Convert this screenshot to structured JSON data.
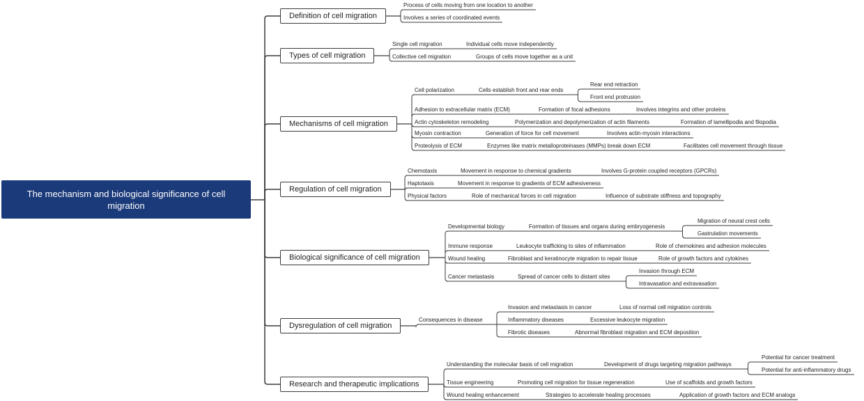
{
  "root": "The mechanism and biological significance of cell migration",
  "branches": [
    {
      "label": "Definition of cell migration",
      "items": [
        {
          "text": "Process of cells moving from one location to another"
        },
        {
          "text": "Involves a series of coordinated events"
        }
      ]
    },
    {
      "label": "Types of cell migration",
      "items": [
        {
          "text": "Single cell migration",
          "children": [
            {
              "text": "Individual cells move independently"
            }
          ]
        },
        {
          "text": "Collective cell migration",
          "children": [
            {
              "text": "Groups of cells move together as a unit"
            }
          ]
        }
      ]
    },
    {
      "label": "Mechanisms of cell migration",
      "items": [
        {
          "text": "Cell polarization",
          "children": [
            {
              "text": "Cells establish front and rear ends",
              "children": [
                {
                  "text": "Rear end retraction"
                },
                {
                  "text": "Front end protrusion"
                }
              ]
            }
          ]
        },
        {
          "text": "Adhesion to extracellular matrix (ECM)",
          "children": [
            {
              "text": "Formation of focal adhesions",
              "children": [
                {
                  "text": "Involves integrins and other proteins"
                }
              ]
            }
          ]
        },
        {
          "text": "Actin cytoskeleton remodeling",
          "children": [
            {
              "text": "Polymerization and depolymerization of actin filaments",
              "children": [
                {
                  "text": "Formation of lamellipodia and filopodia"
                }
              ]
            }
          ]
        },
        {
          "text": "Myosin contraction",
          "children": [
            {
              "text": "Generation of force for cell movement",
              "children": [
                {
                  "text": "Involves actin-myosin interactions"
                }
              ]
            }
          ]
        },
        {
          "text": "Proteolysis of ECM",
          "children": [
            {
              "text": "Enzymes like matrix metalloproteinases (MMPs) break down ECM",
              "children": [
                {
                  "text": "Facilitates cell movement through tissue"
                }
              ]
            }
          ]
        }
      ]
    },
    {
      "label": "Regulation of cell migration",
      "items": [
        {
          "text": "Chemotaxis",
          "children": [
            {
              "text": "Movement in response to chemical gradients",
              "children": [
                {
                  "text": "Involves G-protein coupled receptors (GPCRs)"
                }
              ]
            }
          ]
        },
        {
          "text": "Haptotaxis",
          "children": [
            {
              "text": "Movement in response to gradients of ECM adhesiveness"
            }
          ]
        },
        {
          "text": "Physical factors",
          "children": [
            {
              "text": "Role of mechanical forces in cell migration",
              "children": [
                {
                  "text": "Influence of substrate stiffness and topography"
                }
              ]
            }
          ]
        }
      ]
    },
    {
      "label": "Biological significance of cell migration",
      "items": [
        {
          "text": "Developmental biology",
          "children": [
            {
              "text": "Formation of tissues and organs during embryogenesis",
              "children": [
                {
                  "text": "Migration of neural crest cells"
                },
                {
                  "text": "Gastrulation movements"
                }
              ]
            }
          ]
        },
        {
          "text": "Immune response",
          "children": [
            {
              "text": "Leukocyte trafficking to sites of inflammation",
              "children": [
                {
                  "text": "Role of chemokines and adhesion molecules"
                }
              ]
            }
          ]
        },
        {
          "text": "Wound healing",
          "children": [
            {
              "text": "Fibroblast and keratinocyte migration to repair tissue",
              "children": [
                {
                  "text": "Role of growth factors and cytokines"
                }
              ]
            }
          ]
        },
        {
          "text": "Cancer metastasis",
          "children": [
            {
              "text": "Spread of cancer cells to distant sites",
              "children": [
                {
                  "text": "Invasion through ECM"
                },
                {
                  "text": "Intravasation and extravasation"
                }
              ]
            }
          ]
        }
      ]
    },
    {
      "label": "Dysregulation of cell migration",
      "items": [
        {
          "text": "Consequences in disease",
          "children": [
            {
              "text": "Invasion and metastasis in cancer",
              "children": [
                {
                  "text": "Loss of normal cell migration controls"
                }
              ]
            },
            {
              "text": "Inflammatory diseases",
              "children": [
                {
                  "text": "Excessive leukocyte migration"
                }
              ]
            },
            {
              "text": "Fibrotic diseases",
              "children": [
                {
                  "text": "Abnormal fibroblast migration and ECM deposition"
                }
              ]
            }
          ]
        }
      ]
    },
    {
      "label": "Research and therapeutic implications",
      "items": [
        {
          "text": "Understanding the molecular basis of cell migration",
          "children": [
            {
              "text": "Development of drugs targeting migration pathways",
              "children": [
                {
                  "text": "Potential for cancer treatment"
                },
                {
                  "text": "Potential for anti-inflammatory drugs"
                }
              ]
            }
          ]
        },
        {
          "text": "Tissue engineering",
          "children": [
            {
              "text": "Promoting cell migration for tissue regeneration",
              "children": [
                {
                  "text": "Use of scaffolds and growth factors"
                }
              ]
            }
          ]
        },
        {
          "text": "Wound healing enhancement",
          "children": [
            {
              "text": "Strategies to accelerate healing processes",
              "children": [
                {
                  "text": "Application of growth factors and ECM analogs"
                }
              ]
            }
          ]
        }
      ]
    }
  ]
}
